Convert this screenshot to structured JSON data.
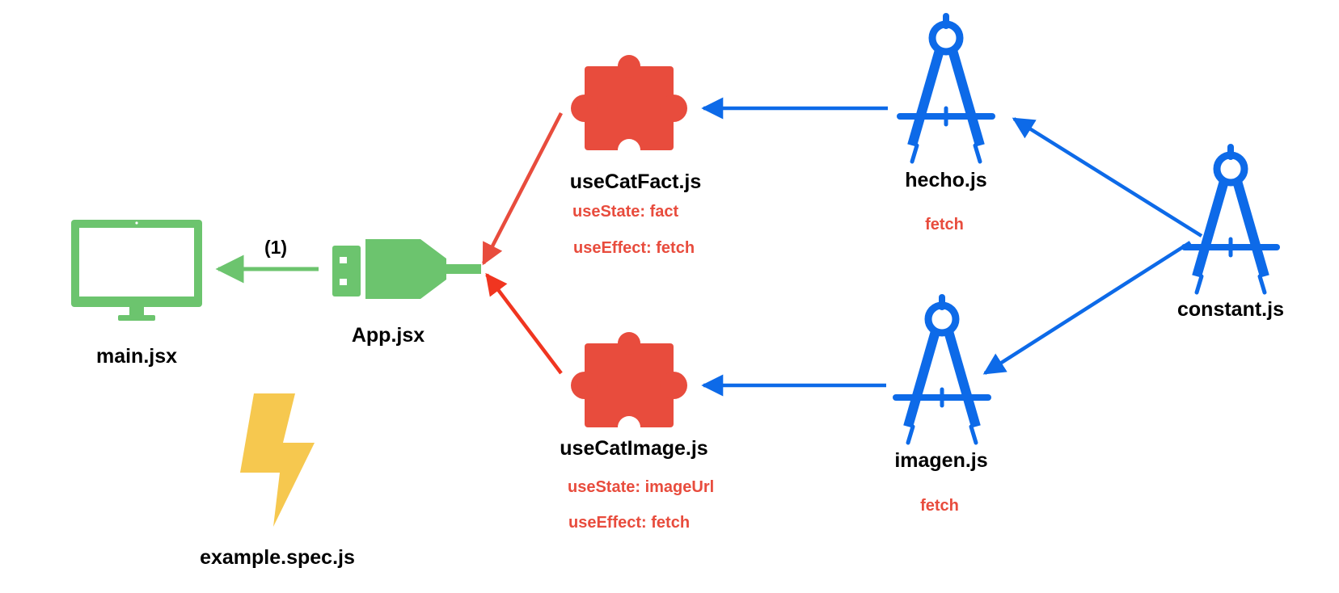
{
  "colors": {
    "green": "#6cc46e",
    "red": "#e84c3d",
    "red_bright": "#f03520",
    "blue": "#0d6ae8",
    "yellow": "#f6c84f",
    "text": "#000000"
  },
  "nodes": {
    "main": {
      "label": "main.jsx",
      "icon": "monitor-icon"
    },
    "app": {
      "label": "App.jsx",
      "icon": "usb-plug-icon"
    },
    "example": {
      "label": "example.spec.js",
      "icon": "lightning-bolt-icon"
    },
    "use_cat_fact": {
      "label": "useCatFact.js",
      "icon": "puzzle-piece-icon",
      "notes": [
        "useState: fact",
        "useEffect: fetch"
      ]
    },
    "use_cat_image": {
      "label": "useCatImage.js",
      "icon": "puzzle-piece-icon",
      "notes": [
        "useState: imageUrl",
        "useEffect: fetch"
      ]
    },
    "hecho": {
      "label": "hecho.js",
      "icon": "drafting-compass-icon",
      "notes": [
        "fetch"
      ]
    },
    "imagen": {
      "label": "imagen.js",
      "icon": "drafting-compass-icon",
      "notes": [
        "fetch"
      ]
    },
    "constant": {
      "label": "constant.js",
      "icon": "drafting-compass-icon"
    }
  },
  "edges": [
    {
      "from": "app",
      "to": "main",
      "label": "(1)",
      "color": "green"
    },
    {
      "from": "use_cat_fact",
      "to": "app",
      "label": "",
      "color": "red"
    },
    {
      "from": "use_cat_image",
      "to": "app",
      "label": "",
      "color": "red_bright"
    },
    {
      "from": "hecho",
      "to": "use_cat_fact",
      "label": "",
      "color": "blue"
    },
    {
      "from": "imagen",
      "to": "use_cat_image",
      "label": "",
      "color": "blue"
    },
    {
      "from": "constant",
      "to": "hecho",
      "label": "",
      "color": "blue"
    },
    {
      "from": "constant",
      "to": "imagen",
      "label": "",
      "color": "blue"
    }
  ]
}
